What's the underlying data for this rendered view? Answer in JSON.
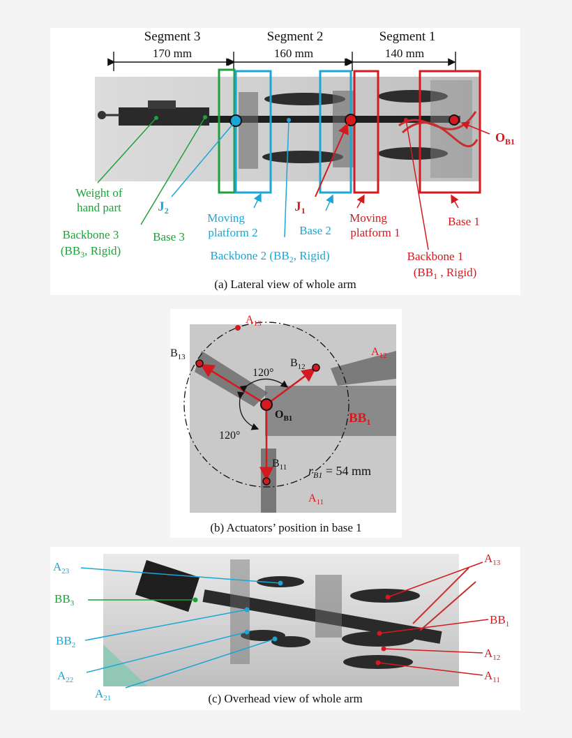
{
  "colors": {
    "green": "#1fa03a",
    "cyan": "#1aa6d6",
    "red": "#d4191f",
    "black": "#111111"
  },
  "panel_a": {
    "caption": "(a) Lateral view of whole arm",
    "segments": [
      {
        "name": "Segment  3",
        "length": "170 mm"
      },
      {
        "name": "Segment  2",
        "length": "160 mm"
      },
      {
        "name": "Segment 1",
        "length": "140 mm"
      }
    ],
    "labels": {
      "weight_1": "Weight of",
      "weight_2": "hand part",
      "bb3_1": "Backbone 3",
      "bb3_2": "(BB",
      "bb3_sub": "3",
      "bb3_3": ", Rigid)",
      "base3": "Base 3",
      "j2": "J",
      "j2_sub": "2",
      "mp2_1": "Moving",
      "mp2_2": "platform 2",
      "bb2_1": "Backbone 2 (BB",
      "bb2_sub": "2",
      "bb2_2": ", Rigid)",
      "j1": "J",
      "j1_sub": "1",
      "base2": "Base 2",
      "mp1_1": "Moving",
      "mp1_2": "platform 1",
      "base1": "Base 1",
      "bb1_1": "Backbone 1",
      "bb1_2": "(BB",
      "bb1_sub": "1",
      "bb1_3": " , Rigid)",
      "ob1": "O",
      "ob1_sub": "B1"
    }
  },
  "panel_b": {
    "caption": "(b) Actuators’ position in base 1",
    "labels": {
      "a13": "A",
      "a13_sub": "13",
      "a12": "A",
      "a12_sub": "12",
      "a11": "A",
      "a11_sub": "11",
      "b13": "B",
      "b13_sub": "13",
      "b12": "B",
      "b12_sub": "12",
      "b11": "B",
      "b11_sub": "11",
      "angle_top": "120°",
      "angle_bottom": "120°",
      "ob1": "O",
      "ob1_sub": "B1",
      "bb1": "BB",
      "bb1_sub": "1",
      "radius_r": "r",
      "radius_sub": "B1",
      "radius_val": " = 54 mm"
    }
  },
  "panel_c": {
    "caption": "(c) Overhead view of whole arm",
    "labels": {
      "a23": "A",
      "a23_sub": "23",
      "bb3": "BB",
      "bb3_sub": "3",
      "bb2": "BB",
      "bb2_sub": "2",
      "a22": "A",
      "a22_sub": "22",
      "a21": "A",
      "a21_sub": "21",
      "a13": "A",
      "a13_sub": "13",
      "bb1": "BB",
      "bb1_sub": "1",
      "a12": "A",
      "a12_sub": "12",
      "a11": "A",
      "a11_sub": "11"
    }
  }
}
